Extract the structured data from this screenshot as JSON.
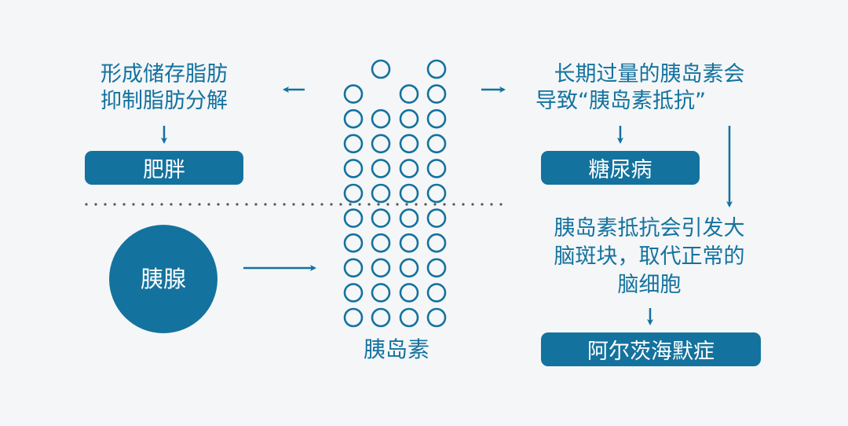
{
  "colors": {
    "primary": "#14729e",
    "background": "#f4f6f8",
    "dots": "#555555",
    "on_primary": "#ffffff"
  },
  "left": {
    "lines": [
      "形成储存脂肪",
      "抑制脂肪分解"
    ],
    "result": "肥胖"
  },
  "pancreas": {
    "label": "胰腺"
  },
  "insulin": {
    "label": "胰岛素",
    "grid_rows": [
      [
        0,
        1,
        0,
        1
      ],
      [
        1,
        0,
        1,
        1
      ],
      [
        1,
        1,
        1,
        1
      ],
      [
        1,
        1,
        1,
        1
      ],
      [
        1,
        1,
        1,
        1
      ],
      [
        1,
        1,
        1,
        1
      ],
      [
        1,
        1,
        1,
        1
      ],
      [
        1,
        1,
        1,
        1
      ],
      [
        1,
        1,
        1,
        1
      ],
      [
        1,
        1,
        1,
        1
      ],
      [
        1,
        1,
        1,
        1
      ]
    ]
  },
  "right": {
    "lines": [
      "长期过量的胰岛素会",
      "导致“胰岛素抵抗”"
    ],
    "result1": "糖尿病",
    "lines2": [
      "胰岛素抵抗会引发大",
      "脑斑块，取代正常的",
      "脑细胞"
    ],
    "result2": "阿尔茨海默症"
  }
}
